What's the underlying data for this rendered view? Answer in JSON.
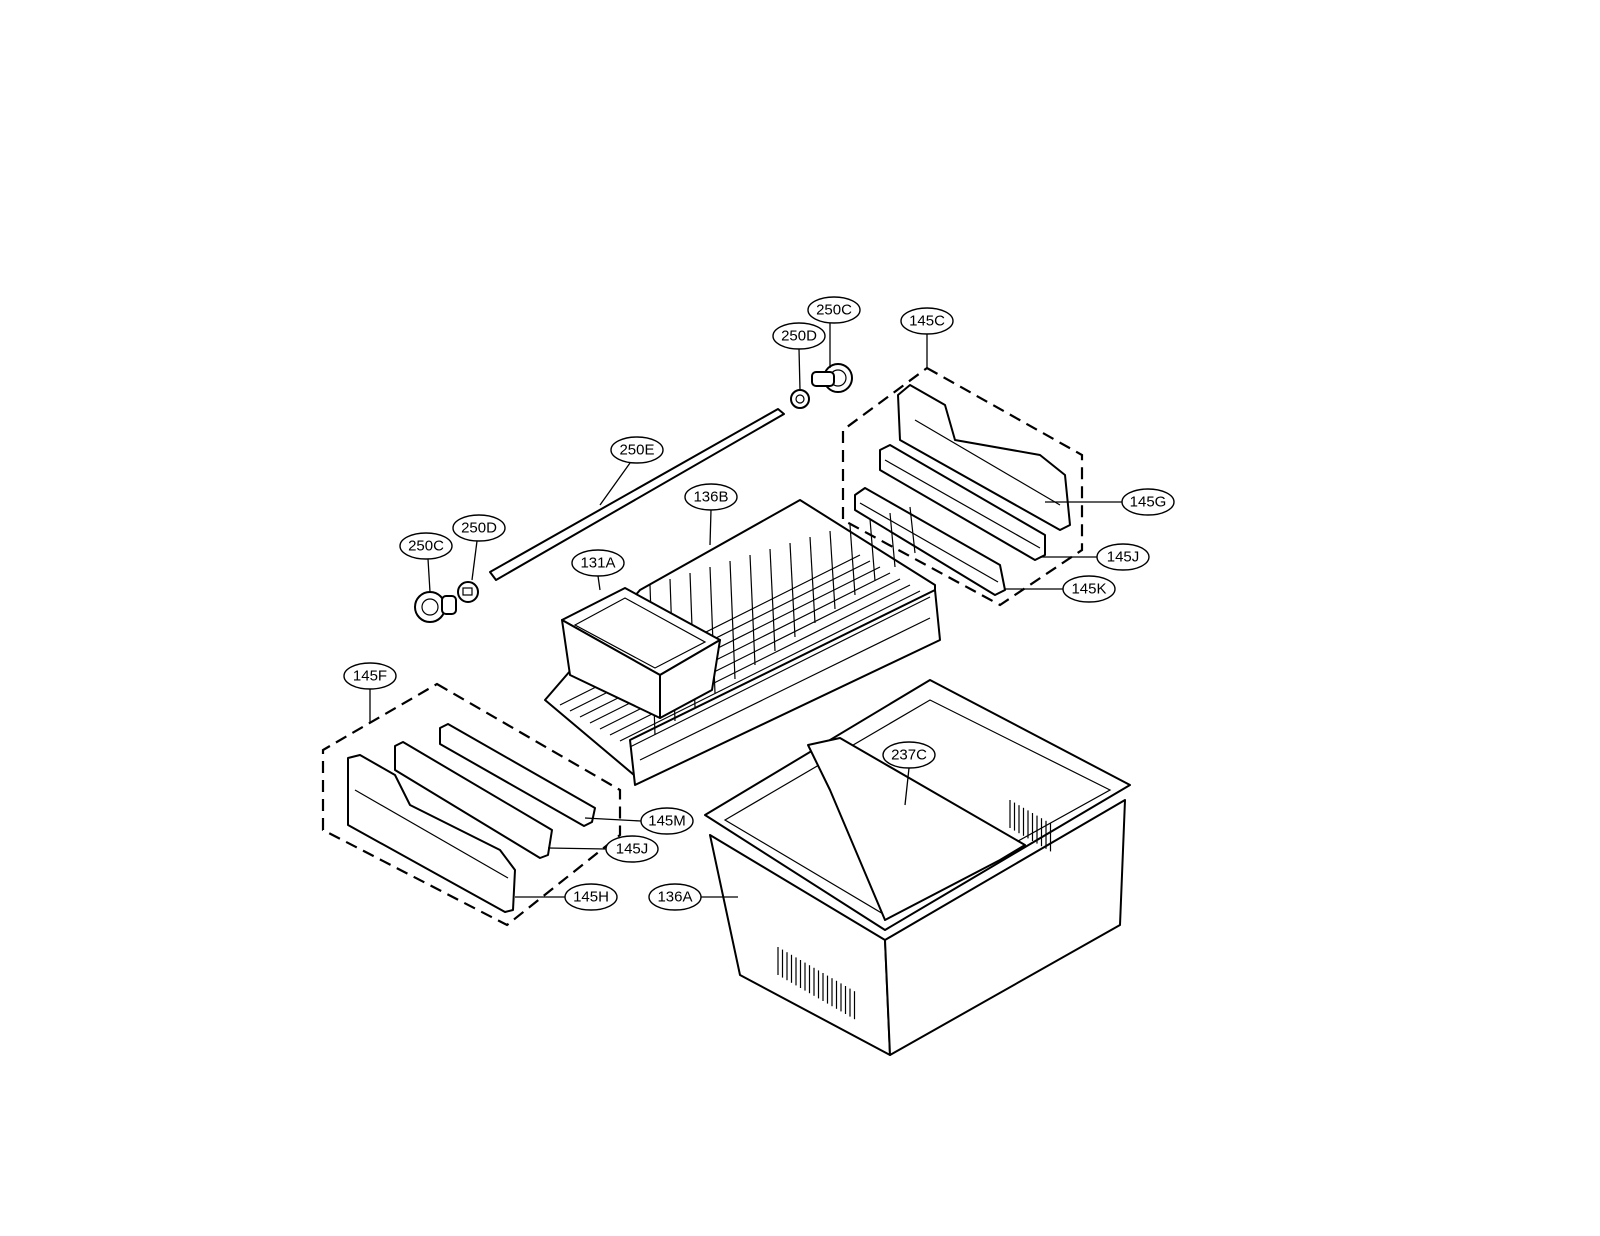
{
  "diagram": {
    "type": "exploded parts diagram",
    "line_color": "#000000",
    "background": "#ffffff",
    "callouts": [
      {
        "id": "250C-right",
        "label": "250C"
      },
      {
        "id": "250D-right",
        "label": "250D"
      },
      {
        "id": "145C",
        "label": "145C"
      },
      {
        "id": "250E",
        "label": "250E"
      },
      {
        "id": "136B",
        "label": "136B"
      },
      {
        "id": "250D-left",
        "label": "250D"
      },
      {
        "id": "250C-left",
        "label": "250C"
      },
      {
        "id": "131A",
        "label": "131A"
      },
      {
        "id": "145G",
        "label": "145G"
      },
      {
        "id": "145J-right",
        "label": "145J"
      },
      {
        "id": "145K",
        "label": "145K"
      },
      {
        "id": "145F",
        "label": "145F"
      },
      {
        "id": "237C",
        "label": "237C"
      },
      {
        "id": "145M",
        "label": "145M"
      },
      {
        "id": "145J-left",
        "label": "145J"
      },
      {
        "id": "136A",
        "label": "136A"
      },
      {
        "id": "145H",
        "label": "145H"
      }
    ]
  }
}
